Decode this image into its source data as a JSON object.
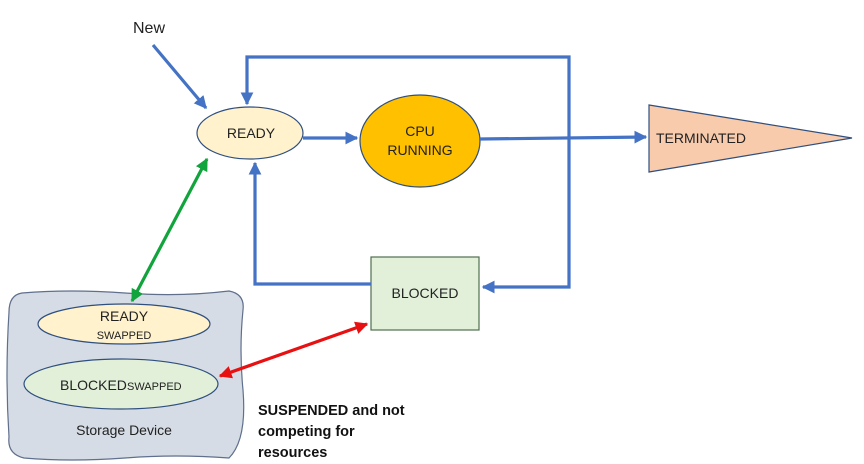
{
  "labels": {
    "new": "New",
    "ready": "READY",
    "cpu_line1": "CPU",
    "cpu_line2": "RUNNING",
    "terminated": "TERMINATED",
    "blocked": "BLOCKED",
    "ready_swapped_line1": "READY",
    "ready_swapped_line2": "SWAPPED",
    "blocked_swapped_main": "BLOCKED",
    "blocked_swapped_sub": "SWAPPED",
    "storage": "Storage Device"
  },
  "note": {
    "line1": "SUSPENDED and not",
    "line2": "competing for",
    "line3": "resources"
  },
  "colors": {
    "blue_arrow": "#4472C4",
    "green_arrow": "#12A43C",
    "red_arrow": "#E81010",
    "ready_fill": "#FFF2CC",
    "cpu_fill": "#FFC000",
    "terminated_fill": "#F8CBAD",
    "blocked_fill": "#E2F0D9",
    "storage_fill": "#D6DCE5",
    "blocked_swapped_fill": "#E2F0D9"
  }
}
